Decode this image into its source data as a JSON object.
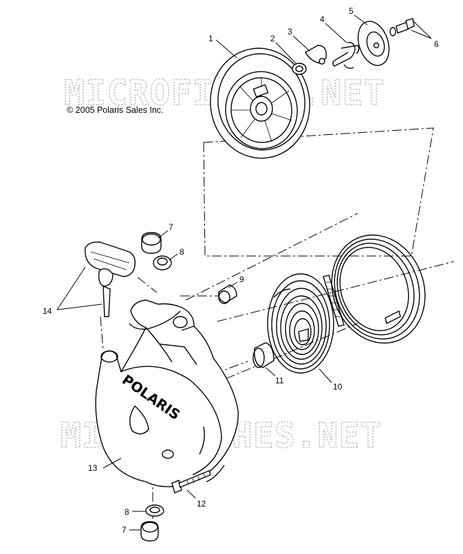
{
  "copyright": "© 2005 Polaris Sales Inc.",
  "watermark": "MICROFICHES.NET",
  "brand_logo": "POLARIS",
  "callouts": [
    "1",
    "2",
    "3",
    "4",
    "5",
    "6",
    "7",
    "8",
    "9",
    "14",
    "13",
    "12",
    "11",
    "10",
    "8",
    "7"
  ],
  "colors": {
    "line": "#000000",
    "watermark": "#b9b9b9",
    "background": "#ffffff"
  }
}
